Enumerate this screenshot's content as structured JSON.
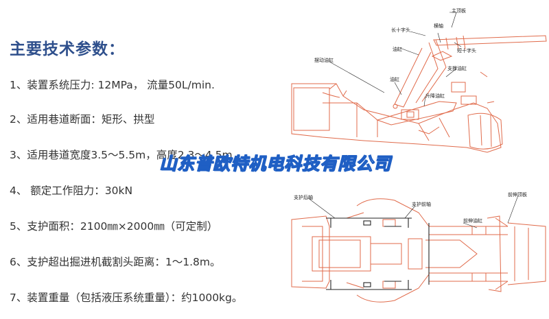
{
  "heading": "主要技术参数：",
  "specs": [
    "1、装置系统压力: 12MPa， 流量50L/min.",
    "2、适用巷道断面：矩形、拱型",
    "3、适用巷道宽度3.5～5.5m，高度2.3～4.5m",
    "4、 额定工作阻力：30kN",
    "5、支护面积：2100㎜×2000㎜（可定制）",
    "6、支护超出掘进机截割头距离：1～1.8m。",
    "7、装置重量（包括液压系统重量）：约1000kg。"
  ],
  "watermark": "山东普欧特机电科技有限公司",
  "diagram_labels": {
    "side": [
      "主顶板",
      "横轴",
      "长十字头",
      "短十字头",
      "油缸",
      "摆动油缸",
      "油缸",
      "支撑油缸",
      "升降油缸"
    ],
    "top": [
      "支护后轴",
      "支护前轴",
      "前伸顶板",
      "前伸油缸"
    ]
  },
  "colors": {
    "title": "#2e4f8c",
    "text": "#333333",
    "drawing": "#e06a4a",
    "ink": "#222222",
    "watermark": "#1f5fc4"
  }
}
